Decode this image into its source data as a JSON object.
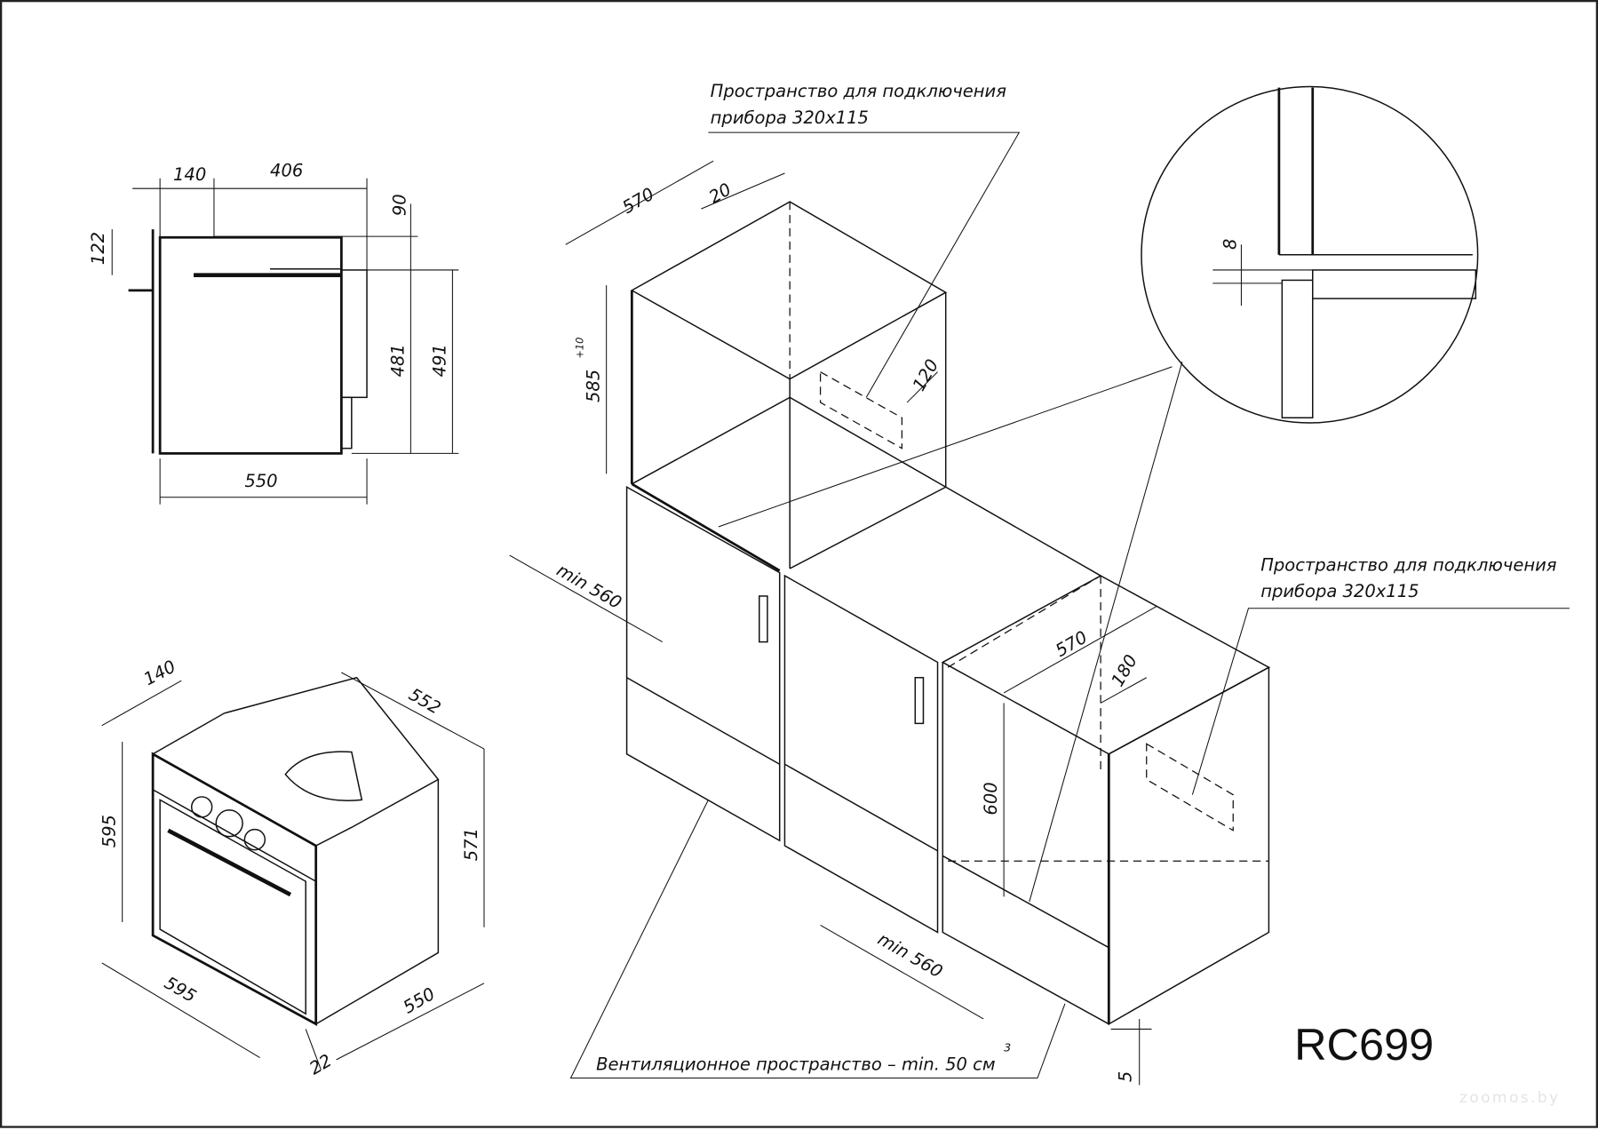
{
  "title": "RC699",
  "watermark": "zoomos.by",
  "callouts": {
    "connection_space_top_line1": "Пространство для подключения",
    "connection_space_top_line2": "прибора 320x115",
    "connection_space_right_line1": "Пространство для подключения",
    "connection_space_right_line2": "прибора 320x115",
    "ventilation": "Вентиляционное пространство – min. 50 см",
    "ventilation_sup": "3"
  },
  "side_view": {
    "d140": "140",
    "d406": "406",
    "d90": "90",
    "d122": "122",
    "d481": "481",
    "d491": "491",
    "d550": "550"
  },
  "oven_iso": {
    "d140": "140",
    "d552": "552",
    "d595h": "595",
    "d571": "571",
    "d595w": "595",
    "d550": "550",
    "d22": "22"
  },
  "cabinet": {
    "d570top": "570",
    "d20": "20",
    "d585": "585",
    "d585tol": "+10",
    "d120": "120",
    "dmin560a": "min 560",
    "d570right": "570",
    "d180": "180",
    "d600": "600",
    "dmin560b": "min 560",
    "d5": "5"
  },
  "detail": {
    "d8": "8"
  }
}
